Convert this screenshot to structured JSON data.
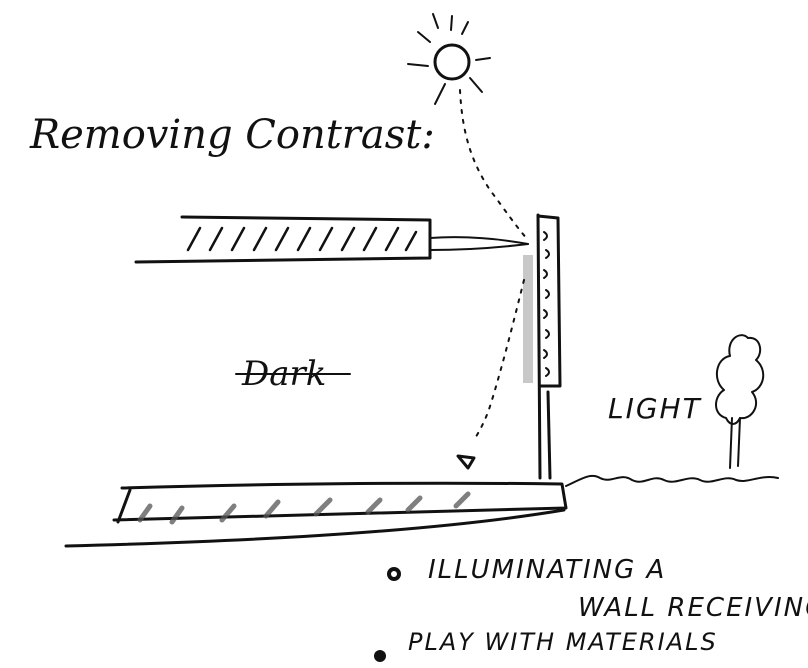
{
  "title": "Removing Contrast:",
  "labels": {
    "dark": "Dark",
    "light": "LIGHT"
  },
  "notes": [
    "ILLUMINATING A",
    "WALL RECEIVING",
    "PLAY WITH MATERIALS"
  ],
  "colors": {
    "ink": "#111111",
    "lit_wall": "#c8c8c8",
    "paper": "#ffffff"
  },
  "icons": {
    "sun": "sun-icon",
    "tree": "tree-icon"
  }
}
